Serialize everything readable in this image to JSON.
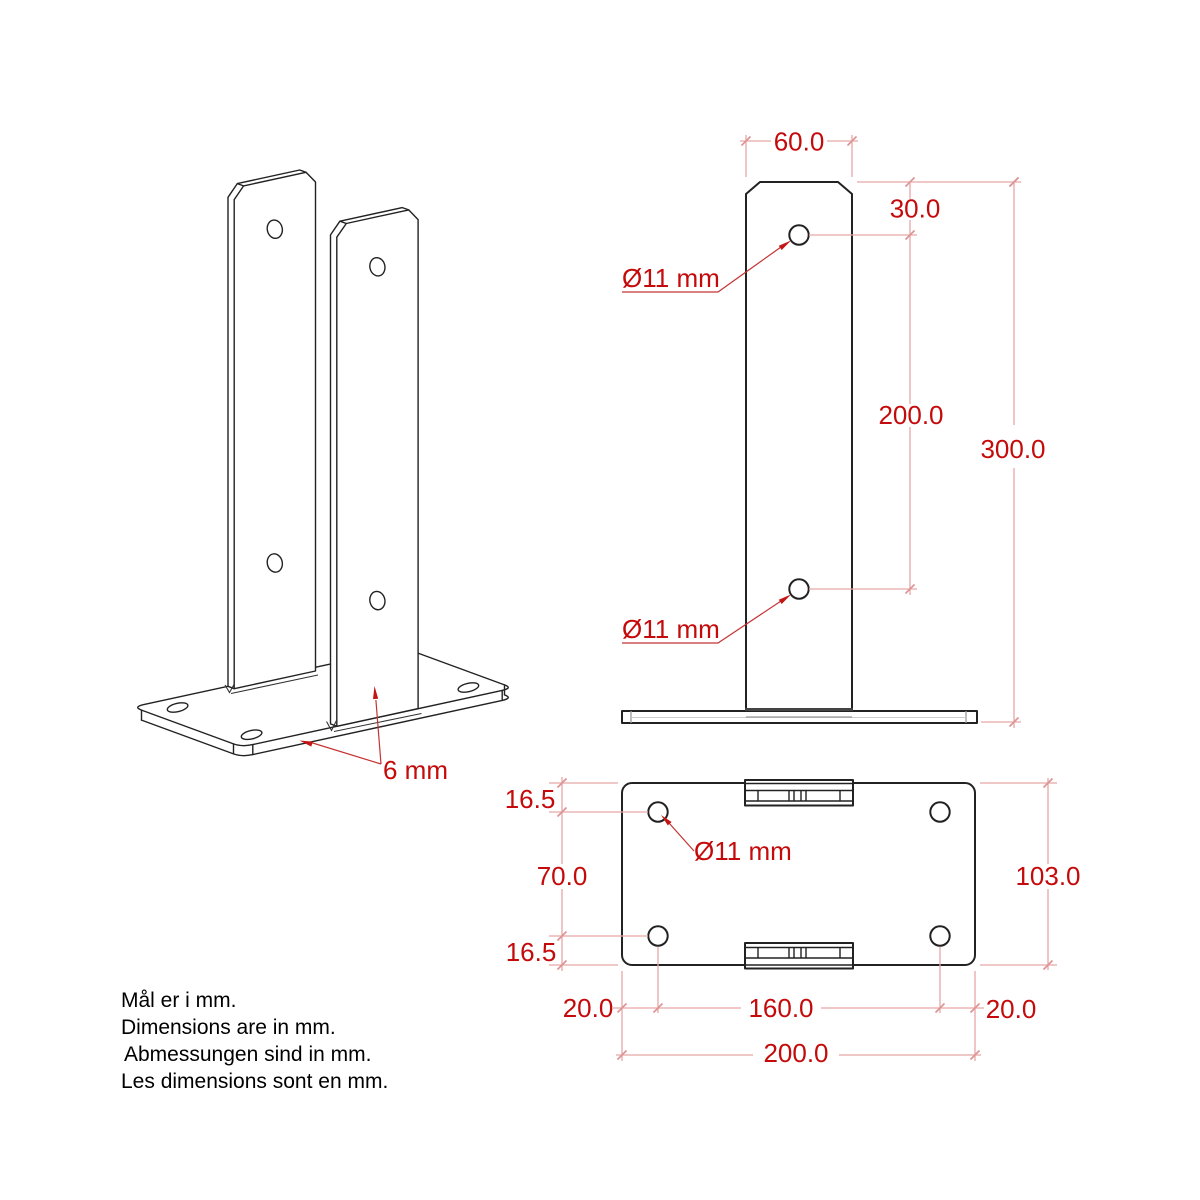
{
  "drawing": {
    "front_view": {
      "plate_width": "60.0",
      "hole_top_offset": "30.0",
      "hole_spacing": "200.0",
      "total_height": "300.0",
      "hole_diameter_top": "Ø11 mm",
      "hole_diameter_bottom": "Ø11 mm"
    },
    "iso_view": {
      "thickness_label": "6 mm"
    },
    "top_view": {
      "hole_edge_offset_top": "16.5",
      "hole_spacing_depth": "70.0",
      "hole_edge_offset_bottom": "16.5",
      "base_depth": "103.0",
      "hole_edge_offset_left": "20.0",
      "hole_spacing_length": "160.0",
      "hole_edge_offset_right": "20.0",
      "base_length": "200.0",
      "hole_diameter": "Ø11 mm"
    },
    "notes": {
      "lines": [
        "Mål er i mm.",
        "Dimensions are in mm.",
        "Abmessungen sind in mm.",
        "Les dimensions sont en mm."
      ]
    },
    "colors": {
      "dimension_text": "#c40a0a",
      "dimension_line": "#e8a6a6",
      "leader_line": "#c43333",
      "outline": "#222222"
    }
  }
}
